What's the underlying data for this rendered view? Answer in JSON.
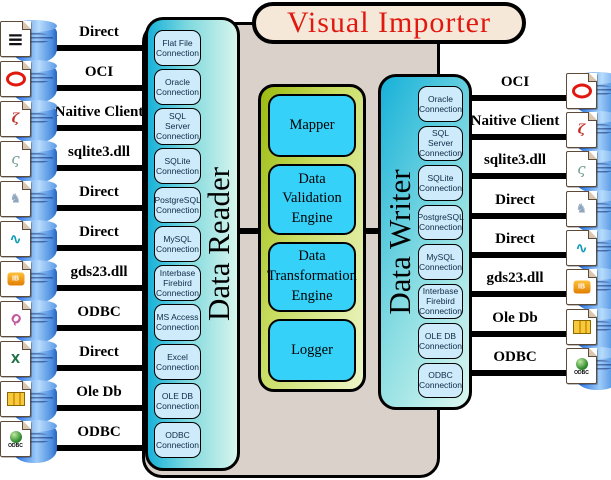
{
  "title": "Visual Importer",
  "colors": {
    "title_red": "#e1180f",
    "pill_bg": "#f6e8d8",
    "backdrop_gray": "#d9d1ca",
    "box_cyan": "#17b1d9",
    "engine_cyan": "#35d1f8",
    "engine_frame_olive": "#9cba10",
    "connection_box_blue": "#cdebfa",
    "cylinder_blue": "#3f84e8"
  },
  "reader": {
    "title": "Data Reader",
    "connections": [
      "Flat File Connection",
      "Oracle Connection",
      "SQL Server Connection",
      "SQLite Connection",
      "PostgreSQL Connection",
      "MySQL Connection",
      "Interbase Firebird Connection",
      "MS Access Connection",
      "Excel Connection",
      "OLE DB Connection",
      "ODBC Connection"
    ]
  },
  "writer": {
    "title": "Data Writer",
    "connections": [
      "Oracle Connection",
      "SQL Server Connection",
      "SQLite Connection",
      "PostgreSQL Connection",
      "MySQL Connection",
      "Interbase Firebird Connection",
      "OLE DB Connection",
      "ODBC Connection"
    ]
  },
  "engines": [
    "Mapper",
    "Data Validation Engine",
    "Data Transformation Engine",
    "Logger"
  ],
  "left_rows": [
    {
      "label": "Direct",
      "icon": "flat-file-icon"
    },
    {
      "label": "OCI",
      "icon": "oracle-db-icon"
    },
    {
      "label": "Naitive Client",
      "icon": "sql-server-icon"
    },
    {
      "label": "sqlite3.dll",
      "icon": "sqlite-icon"
    },
    {
      "label": "Direct",
      "icon": "postgresql-icon"
    },
    {
      "label": "Direct",
      "icon": "mysql-icon"
    },
    {
      "label": "gds23.dll",
      "icon": "interbase-icon"
    },
    {
      "label": "ODBC",
      "icon": "ms-access-icon"
    },
    {
      "label": "Direct",
      "icon": "excel-icon"
    },
    {
      "label": "Ole Db",
      "icon": "ole-db-icon"
    },
    {
      "label": "ODBC",
      "icon": "odbc-icon"
    }
  ],
  "right_rows": [
    {
      "label": "OCI",
      "icon": "oracle-db-icon"
    },
    {
      "label": "Naitive Client",
      "icon": "sql-server-icon"
    },
    {
      "label": "sqlite3.dll",
      "icon": "sqlite-icon"
    },
    {
      "label": "Direct",
      "icon": "postgresql-icon"
    },
    {
      "label": "Direct",
      "icon": "mysql-icon"
    },
    {
      "label": "gds23.dll",
      "icon": "interbase-icon"
    },
    {
      "label": "Ole Db",
      "icon": "ole-db-icon"
    },
    {
      "label": "ODBC",
      "icon": "odbc-icon"
    }
  ]
}
